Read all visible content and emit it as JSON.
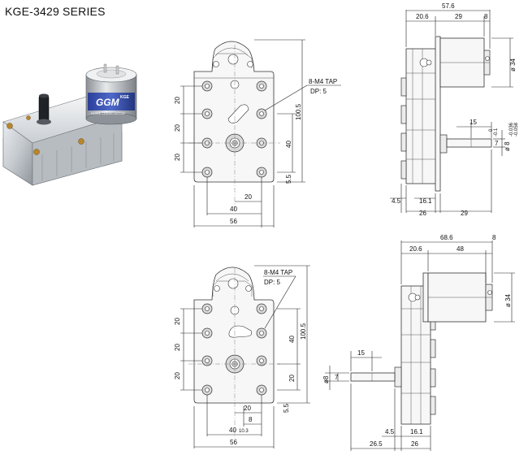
{
  "title": "KGE-3429 SERIES",
  "photo": {
    "brand_label": "GGM",
    "maker_label": "KGE",
    "subtitle_label": "GLOBE GEARED MOTOR"
  },
  "top_front": {
    "callout": [
      "8-M4 TAP",
      "DP: 5"
    ],
    "dims": {
      "pitch_1": "20",
      "pitch_2": "20",
      "pitch_3": "20",
      "height": "100.5",
      "shaft_offset": "40",
      "bottom_offset": "5.5",
      "hole_pitch_x": "20",
      "width_40": "40",
      "width_56": "56"
    }
  },
  "top_side": {
    "dims": {
      "overall": "57.6",
      "seg_a": "20.6",
      "seg_b": "29",
      "seg_c": "8",
      "motor_dia": "ø 34",
      "shaft_len": "15",
      "shaft_dia": "ø 8",
      "shaft_flat": "7",
      "tol_a": "0",
      "tol_b": "-0.1",
      "tol_c": "-0.036",
      "tol_d": "-0.058",
      "flange": "4.5",
      "plate": "16.1",
      "bottom_a": "26",
      "bottom_b": "29"
    }
  },
  "bottom_front": {
    "callout": [
      "8-M4 TAP",
      "DP: 5"
    ],
    "dims": {
      "pitch_1": "20",
      "pitch_2": "20",
      "pitch_3": "20",
      "height": "100.5",
      "shaft_offset": "40",
      "bottom_pitch": "20",
      "bottom_offset": "5.5",
      "hole_pitch_x": "20",
      "small_8": "8",
      "width_40": "40",
      "sub_10_3": "10.3",
      "width_56": "56"
    }
  },
  "bottom_side": {
    "dims": {
      "overall": "68.6",
      "seg_a": "20.6",
      "seg_b": "48",
      "seg_c": "8",
      "motor_dia": "ø 34",
      "shaft_len": "15",
      "shaft_dia": "ø8",
      "shaft_flat": "7",
      "flange": "4.5",
      "plate": "16.1",
      "bottom_a": "26.5",
      "bottom_b": "26"
    }
  }
}
